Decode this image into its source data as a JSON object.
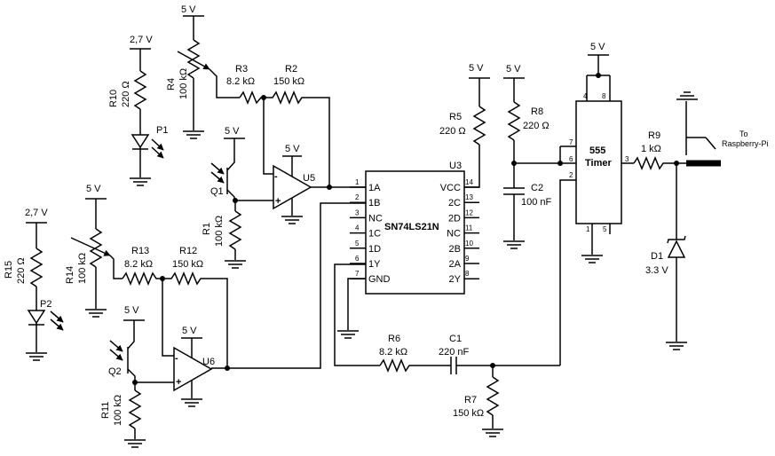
{
  "supplies": {
    "v5": "5 V",
    "v27": "2,7 V"
  },
  "resistors": {
    "r1": {
      "name": "R1",
      "value": "100 kΩ"
    },
    "r2": {
      "name": "R2",
      "value": "150 kΩ"
    },
    "r3": {
      "name": "R3",
      "value": "8.2 kΩ"
    },
    "r4": {
      "name": "R4",
      "value": "100 kΩ"
    },
    "r5": {
      "name": "R5",
      "value": "220 Ω"
    },
    "r6": {
      "name": "R6",
      "value": "8.2 kΩ"
    },
    "r7": {
      "name": "R7",
      "value": "150 kΩ"
    },
    "r8": {
      "name": "R8",
      "value": "220 Ω"
    },
    "r9": {
      "name": "R9",
      "value": "1 kΩ"
    },
    "r10": {
      "name": "R10",
      "value": "220 Ω"
    },
    "r11": {
      "name": "R11",
      "value": "100 kΩ"
    },
    "r12": {
      "name": "R12",
      "value": "150 kΩ"
    },
    "r13": {
      "name": "R13",
      "value": "8.2 kΩ"
    },
    "r14": {
      "name": "R14",
      "value": "100 kΩ"
    },
    "r15": {
      "name": "R15",
      "value": "220 Ω"
    }
  },
  "capacitors": {
    "c1": {
      "name": "C1",
      "value": "220 nF"
    },
    "c2": {
      "name": "C2",
      "value": "100 nF"
    }
  },
  "diodes": {
    "d1": {
      "name": "D1",
      "value": "3.3 V"
    },
    "p1": {
      "name": "P1"
    },
    "p2": {
      "name": "P2"
    }
  },
  "transistors": {
    "q1": "Q1",
    "q2": "Q2"
  },
  "opamps": {
    "u5": "U5",
    "u6": "U6",
    "minus": "-",
    "plus": "+"
  },
  "u3": {
    "ref": "U3",
    "part": "SN74LS21N",
    "left_pins": [
      {
        "num": "1",
        "label": "1A"
      },
      {
        "num": "2",
        "label": "1B"
      },
      {
        "num": "3",
        "label": "NC"
      },
      {
        "num": "4",
        "label": "1C"
      },
      {
        "num": "5",
        "label": "1D"
      },
      {
        "num": "6",
        "label": "1Y"
      },
      {
        "num": "7",
        "label": "GND"
      }
    ],
    "right_pins": [
      {
        "num": "14",
        "label": "VCC"
      },
      {
        "num": "13",
        "label": "2C"
      },
      {
        "num": "12",
        "label": "2D"
      },
      {
        "num": "11",
        "label": "NC"
      },
      {
        "num": "10",
        "label": "2B"
      },
      {
        "num": "9",
        "label": "2A"
      },
      {
        "num": "8",
        "label": "2Y"
      }
    ]
  },
  "timer": {
    "line1": "555",
    "line2": "Timer",
    "pins": [
      "4",
      "8",
      "7",
      "6",
      "2",
      "3",
      "1",
      "5"
    ]
  },
  "output": {
    "line1": "To",
    "line2": "Raspberry-Pi"
  }
}
